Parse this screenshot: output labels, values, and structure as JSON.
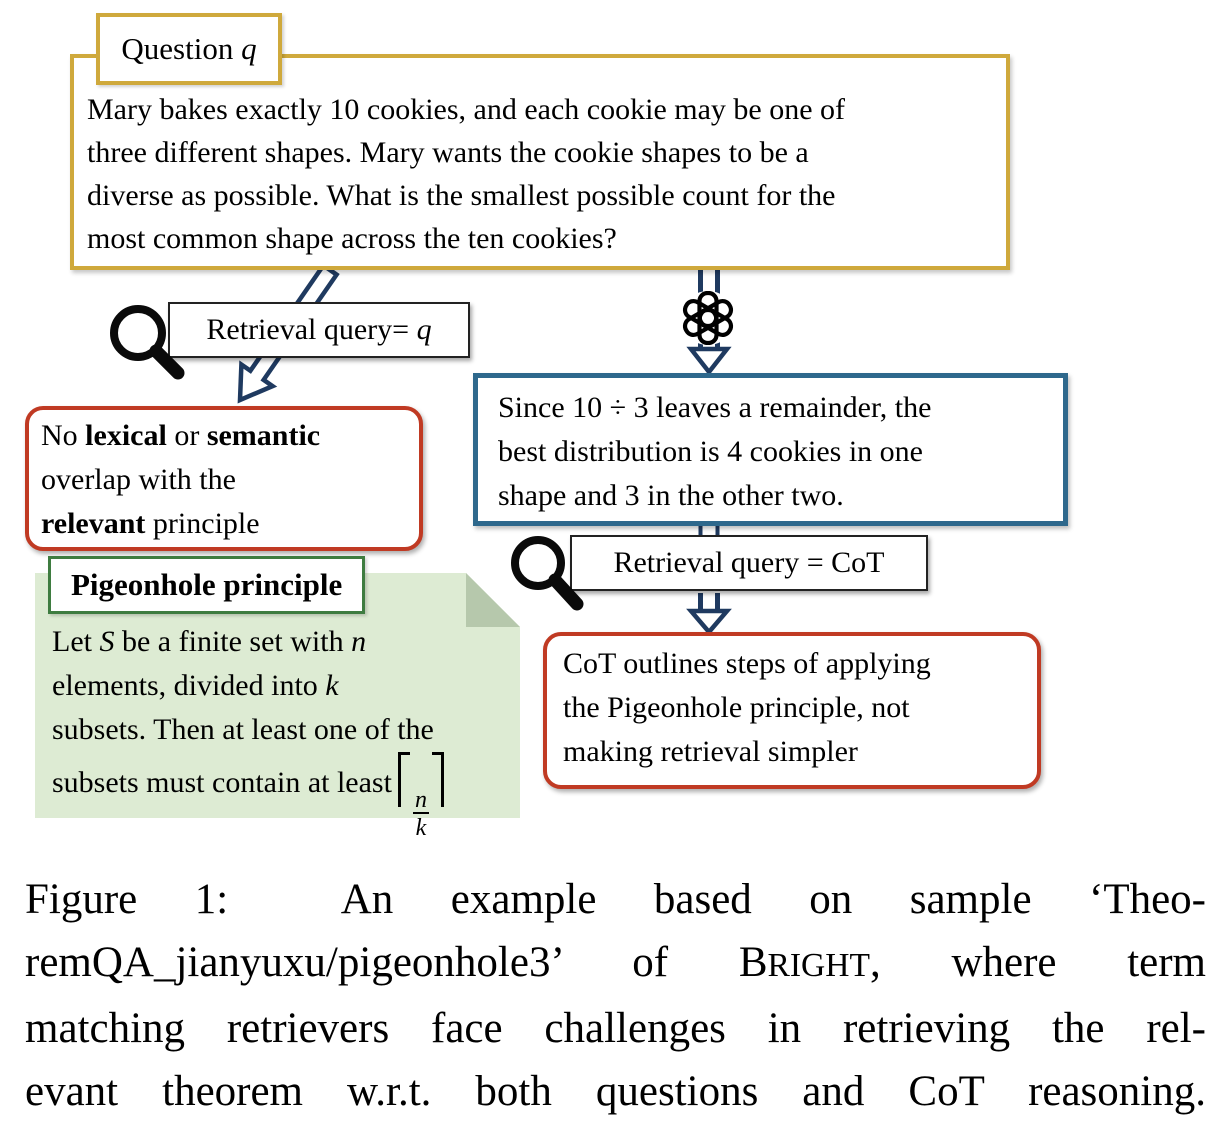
{
  "colors": {
    "gold": "#cfa93c",
    "navy": "#1f3a60",
    "blue": "#2e688c",
    "red": "#c03a23",
    "green_border": "#3e7c40",
    "green_fill": "#ddebd3",
    "green_fold": "#b6c8ac"
  },
  "icons": {
    "search": "magnifying-glass",
    "llm": "openai-logo"
  },
  "figure": {
    "question": {
      "tab": [
        [
          {
            "t": "Question ",
            "style": ""
          },
          {
            "t": "q",
            "style": "i"
          }
        ]
      ],
      "lines": [
        "Mary bakes exactly 10 cookies, and each cookie may be one of",
        "three different shapes. Mary wants the cookie shapes to be a",
        "diverse as possible. What is the smallest possible count for the",
        "most common shape across the ten cookies?"
      ]
    },
    "retrieval_query_q": {
      "label": [
        [
          {
            "t": "Retrieval query= ",
            "style": ""
          },
          {
            "t": "q",
            "style": "i"
          }
        ]
      ]
    },
    "no_overlap_box": {
      "lines": [
        [
          {
            "t": "No ",
            "style": ""
          },
          {
            "t": "lexical",
            "style": "b"
          },
          {
            "t": " or ",
            "style": ""
          },
          {
            "t": "semantic",
            "style": "b"
          }
        ],
        [
          "overlap with the"
        ],
        [
          {
            "t": "relevant",
            "style": "b"
          },
          {
            "t": " principle",
            "style": ""
          }
        ]
      ]
    },
    "cot_box": {
      "lines": [
        "Since 10 ÷ 3 leaves a remainder, the",
        "best distribution is 4 cookies in one",
        "shape and 3 in the other two."
      ]
    },
    "retrieval_query_cot": {
      "label": [
        [
          "Retrieval query = CoT"
        ]
      ]
    },
    "cot_result_box": {
      "lines": [
        "CoT outlines steps of applying",
        "the Pigeonhole principle, not",
        "making retrieval simpler"
      ]
    },
    "principle_note": {
      "title": "Pigeonhole principle",
      "lines": [
        [
          {
            "t": "Let ",
            "style": ""
          },
          {
            "t": "S",
            "style": "i"
          },
          {
            "t": " be a finite set with ",
            "style": ""
          },
          {
            "t": "n",
            "style": "i"
          }
        ],
        [
          {
            "t": "elements, divided into ",
            "style": ""
          },
          {
            "t": "k",
            "style": "i"
          }
        ],
        [
          "subsets. Then at least one of the"
        ],
        [
          {
            "t": "subsets must contain at least",
            "style": ""
          },
          {
            "t": "",
            "style": "lceil"
          },
          {
            "frac": {
              "num": "n",
              "den": "k"
            }
          },
          {
            "t": "",
            "style": "rceil"
          }
        ]
      ]
    }
  },
  "caption": {
    "lines": [
      [
        "Figure 1:  An example based on sample ‘Theo-"
      ],
      [
        {
          "t": "remQA_jianyuxu/pigeonhole3’ of B",
          "style": ""
        },
        {
          "t": "RIGHT",
          "style": "sc"
        },
        {
          "t": ", where term",
          "style": ""
        }
      ],
      [
        "matching retrievers face challenges in retrieving the rel-"
      ],
      [
        "evant theorem w.r.t. both questions and CoT reasoning."
      ]
    ]
  }
}
